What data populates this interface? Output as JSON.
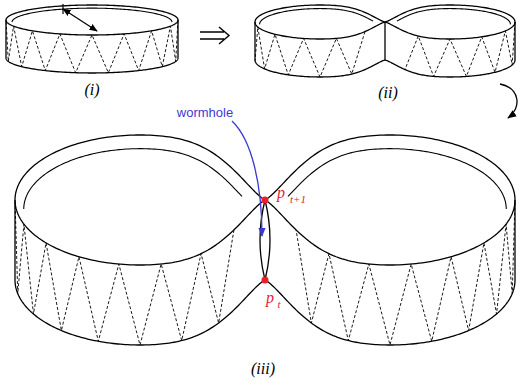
{
  "diagram": {
    "labels": [
      "(i)",
      "(ii)",
      "(iii)",
      "wormhole",
      "p",
      "t+1",
      "p",
      "t"
    ]
  }
}
